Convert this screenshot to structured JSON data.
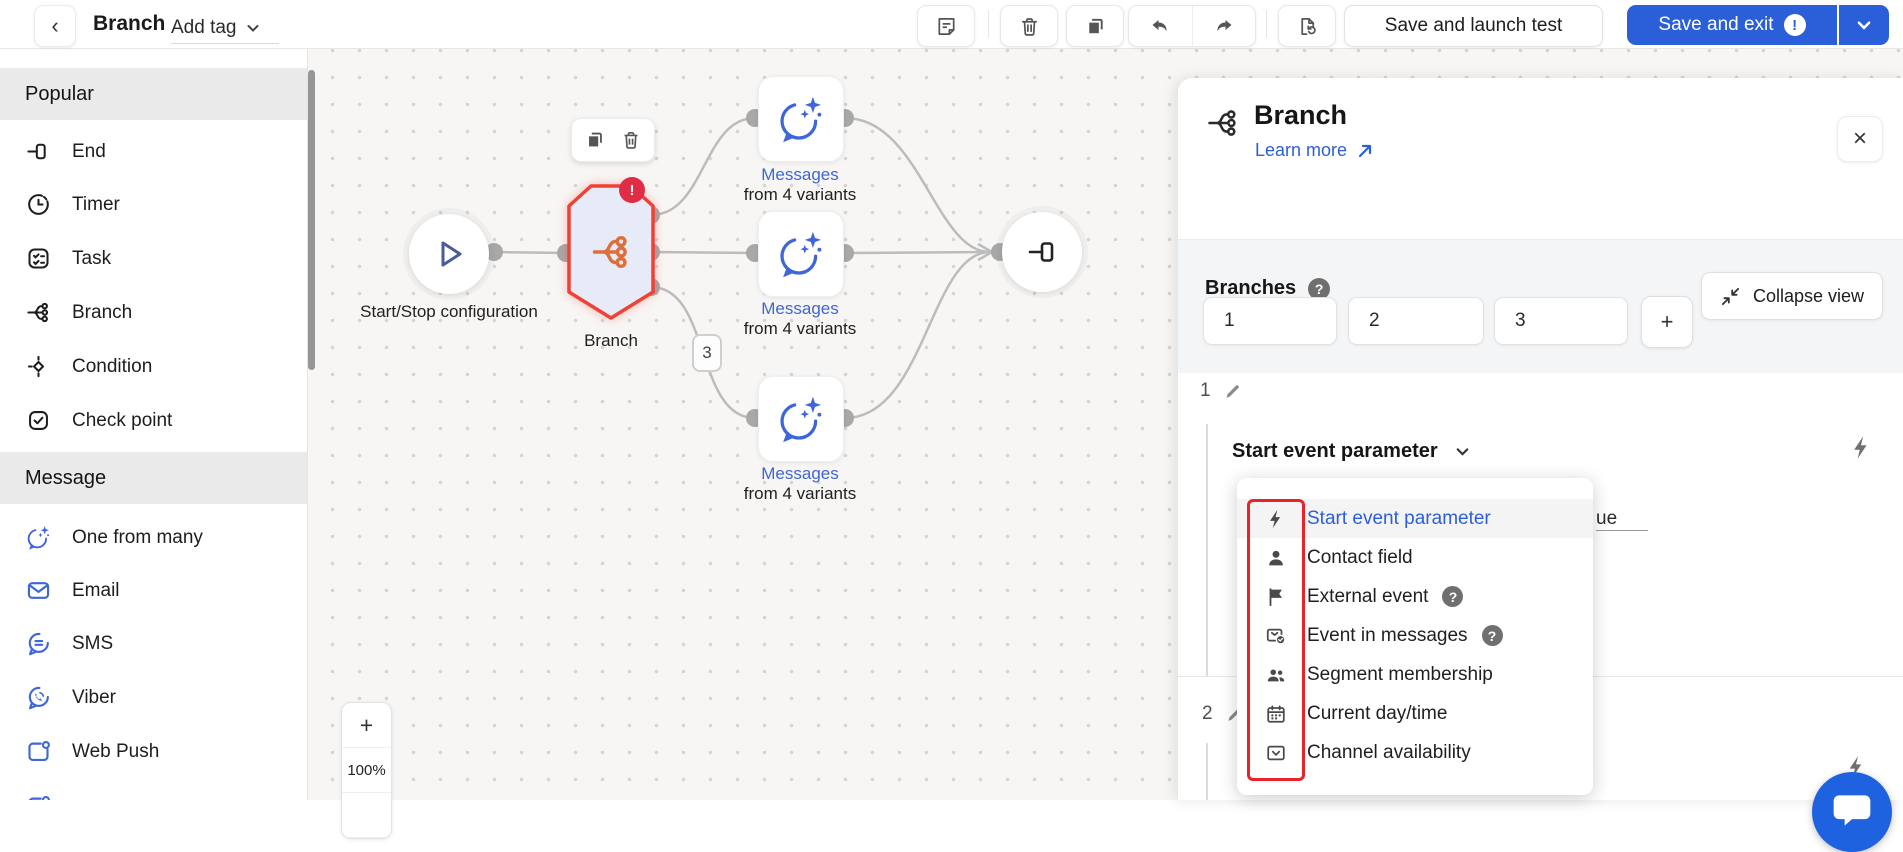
{
  "topbar": {
    "back_glyph": "‹",
    "title": "Branch",
    "add_tag_label": "Add tag",
    "save_launch_label": "Save and launch test",
    "save_exit_label": "Save and exit",
    "warning_glyph": "!"
  },
  "sidebar": {
    "sections": [
      {
        "label": "Popular",
        "items": [
          {
            "label": "End",
            "icon": "end-icon"
          },
          {
            "label": "Timer",
            "icon": "timer-icon"
          },
          {
            "label": "Task",
            "icon": "task-icon"
          },
          {
            "label": "Branch",
            "icon": "branch-icon"
          },
          {
            "label": "Condition",
            "icon": "condition-icon"
          },
          {
            "label": "Check point",
            "icon": "checkpoint-icon"
          }
        ]
      },
      {
        "label": "Message",
        "items": [
          {
            "label": "One from many",
            "icon": "chat-sparkle-icon"
          },
          {
            "label": "Email",
            "icon": "email-icon"
          },
          {
            "label": "SMS",
            "icon": "sms-icon"
          },
          {
            "label": "Viber",
            "icon": "viber-icon"
          },
          {
            "label": "Web Push",
            "icon": "webpush-icon"
          }
        ]
      }
    ]
  },
  "canvas": {
    "start_label": "Start/Stop configuration",
    "branch_label": "Branch",
    "branch_error_glyph": "!",
    "connector_badge": "3",
    "message_nodes": [
      {
        "title": "Messages",
        "subtitle": "from 4 variants"
      },
      {
        "title": "Messages",
        "subtitle": "from 4 variants"
      },
      {
        "title": "Messages",
        "subtitle": "from 4 variants"
      }
    ],
    "zoom_in_glyph": "+",
    "zoom_level": "100%"
  },
  "panel": {
    "title": "Branch",
    "learn_more_label": "Learn more",
    "close_glyph": "×",
    "branches_label": "Branches",
    "help_glyph": "?",
    "collapse_view_label": "Collapse view",
    "tabs": [
      "1",
      "2",
      "3"
    ],
    "add_tab_glyph": "+",
    "sections": [
      {
        "index": "1",
        "selector_label": "Start event parameter"
      },
      {
        "index": "2"
      }
    ],
    "value_fragment": "ue",
    "dropdown": {
      "items": [
        {
          "label": "Start event parameter",
          "icon": "bolt-icon",
          "selected": true
        },
        {
          "label": "Contact field",
          "icon": "person-icon"
        },
        {
          "label": "External event",
          "icon": "flag-icon",
          "help": true
        },
        {
          "label": "Event in messages",
          "icon": "message-check-icon",
          "help": true
        },
        {
          "label": "Segment membership",
          "icon": "people-icon"
        },
        {
          "label": "Current day/time",
          "icon": "calendar-icon"
        },
        {
          "label": "Channel availability",
          "icon": "channel-icon"
        }
      ]
    }
  },
  "colors": {
    "primary_blue": "#2b5fd9",
    "link_blue": "#3f66d8",
    "node_border_red": "#f04134",
    "error_badge_red": "#e02c44",
    "branch_icon_orange": "#dd6f3a",
    "annotation_red": "#e8242a"
  }
}
